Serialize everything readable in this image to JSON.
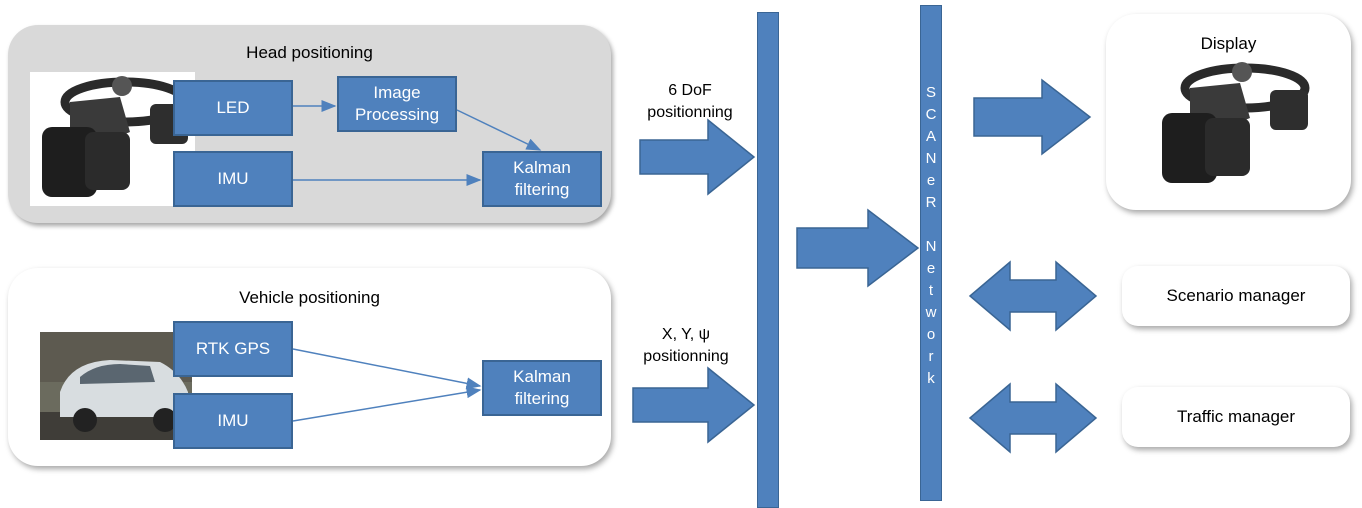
{
  "head_panel": {
    "title": "Head positioning",
    "boxes": {
      "led": "LED",
      "image_processing": "Image\nProcessing",
      "imu": "IMU",
      "kalman": "Kalman\nfiltering"
    }
  },
  "vehicle_panel": {
    "title": "Vehicle positioning",
    "boxes": {
      "rtk_gps": "RTK GPS",
      "imu": "IMU",
      "kalman": "Kalman\nfiltering"
    }
  },
  "labels": {
    "six_dof": "6 DoF\npositionning",
    "xy_psi": "X, Y, ψ\npositionning"
  },
  "network": {
    "letters": [
      "S",
      "C",
      "A",
      "N",
      "e",
      "R",
      "",
      "N",
      "e",
      "t",
      "w",
      "o",
      "r",
      "k"
    ]
  },
  "display_panel": {
    "title": "Display"
  },
  "scenario_manager": "Scenario manager",
  "traffic_manager": "Traffic manager",
  "colors": {
    "box_fill": "#4f81bd",
    "box_border": "#3a6594",
    "panel_gray": "#d9d9d9",
    "connector": "#4f81bd"
  }
}
